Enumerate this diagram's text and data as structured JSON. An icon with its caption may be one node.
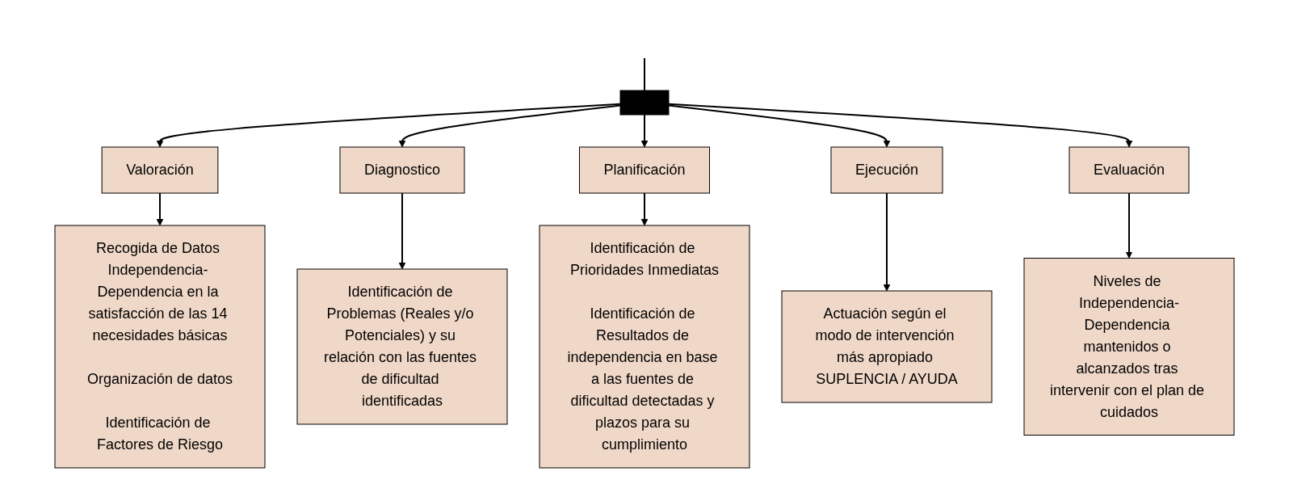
{
  "diagram": {
    "nodes": [
      {
        "text": [],
        "shape": "bar"
      },
      {
        "text": [
          "Valoración"
        ]
      },
      {
        "text": [
          "Diagnostico"
        ]
      },
      {
        "text": [
          "Planificación"
        ]
      },
      {
        "text": [
          "Ejecución"
        ]
      },
      {
        "text": [
          "Evaluación"
        ]
      },
      {
        "text": [
          "Recogida de Datos Independencia- Dependencia en la satisfacción de las 14 necesidades básicas",
          "Organización de datos",
          "Identificación de Factores de Riesgo"
        ]
      },
      {
        "text": [
          "Identificación de Problemas (Reales y/o Potenciales) y su relación con las fuentes de dificultad identificadas"
        ]
      },
      {
        "text": [
          "Identificación de Prioridades Inmediatas",
          "Identificación de Resultados de independencia en base a las fuentes de dificultad detectadas y plazos para su cumplimiento"
        ]
      },
      {
        "text": [
          "Actuación según el modo de intervención más apropiado SUPLENCIA / AYUDA"
        ]
      },
      {
        "text": [
          "Niveles de Independencia-Dependencia mantenidos o alcanzados tras intervenir con el plan de cuidados"
        ]
      }
    ],
    "edges": [
      {
        "from": null,
        "to": 0,
        "arrow": "none"
      },
      {
        "from": 0,
        "to": 1,
        "arrow": "to"
      },
      {
        "from": 0,
        "to": 2,
        "arrow": "to"
      },
      {
        "from": 0,
        "to": 3,
        "arrow": "to"
      },
      {
        "from": 0,
        "to": 4,
        "arrow": "to"
      },
      {
        "from": 0,
        "to": 5,
        "arrow": "to"
      },
      {
        "from": 1,
        "to": 6,
        "arrow": "to"
      },
      {
        "from": 2,
        "to": 7,
        "arrow": "to"
      },
      {
        "from": 3,
        "to": 8,
        "arrow": "to"
      },
      {
        "from": 4,
        "to": 9,
        "arrow": "to"
      },
      {
        "from": 5,
        "to": 10,
        "arrow": "to"
      }
    ]
  }
}
